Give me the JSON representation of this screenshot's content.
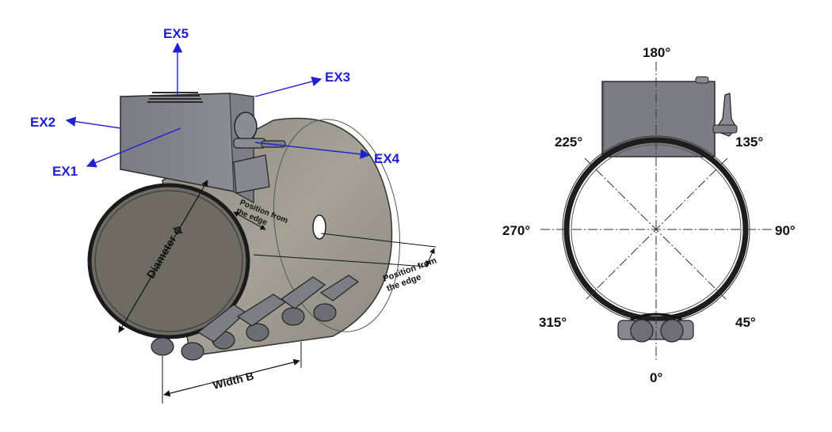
{
  "colors": {
    "axis_blue": "#1f1fd6",
    "metal_dark": "#6f7178",
    "metal_mid": "#8a8c93",
    "pipe_fill": "#9e9a8f",
    "ink": "#111111"
  },
  "iso_view": {
    "axes": {
      "ex1": "EX1",
      "ex2": "EX2",
      "ex3": "EX3",
      "ex4": "EX4",
      "ex5": "EX5"
    },
    "diameter_label": "Diameter ϕ",
    "width_label": "Width B",
    "position_edge_top": [
      "Position from",
      "the edge"
    ],
    "position_edge_hole": [
      "Position from",
      "the edge"
    ]
  },
  "front_view": {
    "angles": {
      "a0": "0°",
      "a45": "45°",
      "a90": "90°",
      "a135": "135°",
      "a180": "180°",
      "a225": "225°",
      "a270": "270°",
      "a315": "315°"
    }
  }
}
